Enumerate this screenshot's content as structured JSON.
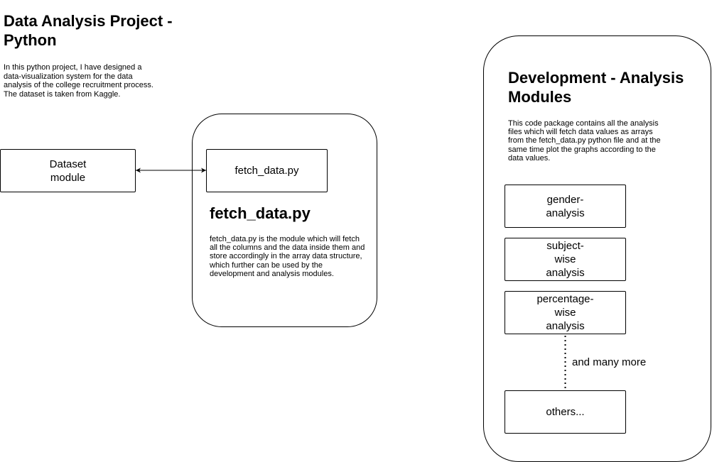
{
  "header": {
    "title": "Data Analysis Project - Python",
    "description": "In this python project, I have designed a data-visualization system for the data analysis of the college recruitment process. The dataset is taken from Kaggle."
  },
  "dataset_node": {
    "label_line1": "Dataset",
    "label_line2": "module"
  },
  "fetch_section": {
    "node_label": "fetch_data.py",
    "title": "fetch_data.py",
    "description": "fetch_data.py is the module which will fetch all the columns and the data inside them and store accordingly in the array data structure, which further can be used by the development and analysis modules."
  },
  "dev_section": {
    "title": "Development - Analysis Modules",
    "description": "This code package contains all the analysis files which will fetch data values as arrays from the fetch_data.py python file and at the same time plot the graphs according to the data values.",
    "modules": [
      {
        "line1": "gender-",
        "line2": "analysis",
        "line3": ""
      },
      {
        "line1": "subject-",
        "line2": "wise",
        "line3": "analysis"
      },
      {
        "line1": "percentage-",
        "line2": "wise",
        "line3": "analysis"
      }
    ],
    "more_label": "and many more",
    "others_label": "others..."
  }
}
